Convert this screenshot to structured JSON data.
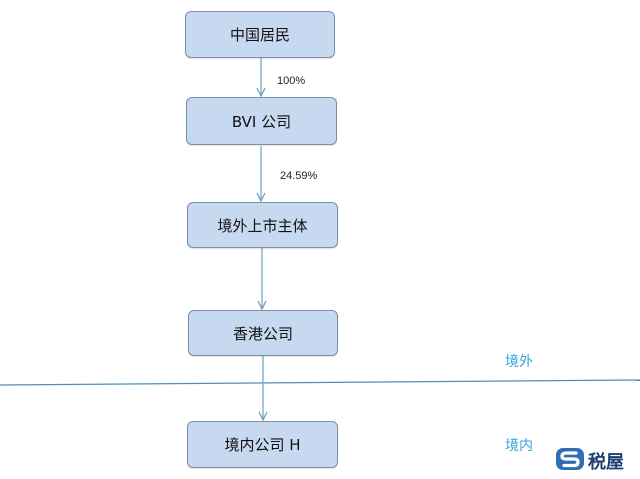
{
  "nodes": {
    "chinese_resident": "中国居民",
    "bvi_company": "BVI 公司",
    "offshore_listed_entity": "境外上市主体",
    "hk_company": "香港公司",
    "domestic_company_h": "境内公司 H"
  },
  "edges": {
    "resident_to_bvi_pct": "100%",
    "bvi_to_listed_pct": "24.59%"
  },
  "regions": {
    "offshore": "境外",
    "onshore": "境内"
  },
  "watermark": {
    "text": "税屋",
    "icon": "s-logo-icon"
  },
  "colors": {
    "node_fill": "#c6d9f0",
    "node_border": "#7d8fa8",
    "arrow": "#6f9fc2",
    "divider": "#4a90b8",
    "region_label": "#35a7d9",
    "logo": "#1f3f73"
  }
}
